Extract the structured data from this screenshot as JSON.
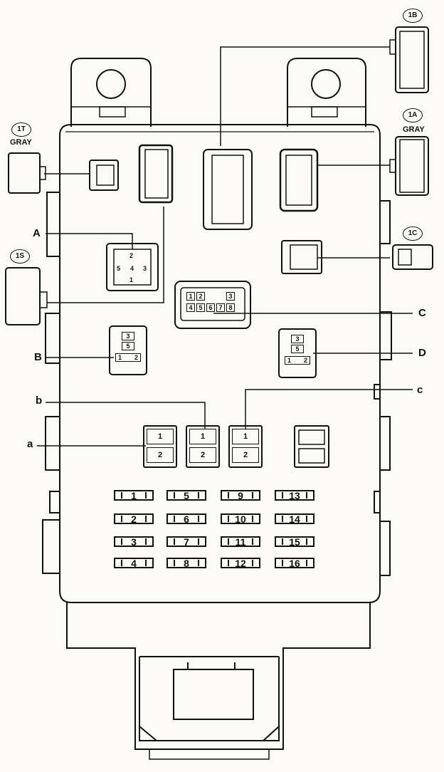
{
  "connectors": {
    "c1B": "1B",
    "c1T": "1T",
    "c1T_color": "GRAY",
    "c1A": "1A",
    "c1A_color": "GRAY",
    "c1S": "1S",
    "c1C": "1C"
  },
  "labels": {
    "A": "A",
    "B": "B",
    "C": "C",
    "D": "D",
    "a": "a",
    "b": "b",
    "c": "c"
  },
  "relay_cells": {
    "top": "1",
    "bottom": "2"
  },
  "fuses": [
    "1",
    "2",
    "3",
    "4",
    "5",
    "6",
    "7",
    "8",
    "9",
    "10",
    "11",
    "12",
    "13",
    "14",
    "15",
    "16"
  ],
  "connector_C_pins": [
    "1",
    "2",
    "3",
    "4",
    "5",
    "6",
    "7",
    "8"
  ],
  "connector_A_pins": [
    "1",
    "2",
    "3",
    "4",
    "5"
  ],
  "connector_BD_pins": [
    "3",
    "5",
    "1",
    "2"
  ]
}
